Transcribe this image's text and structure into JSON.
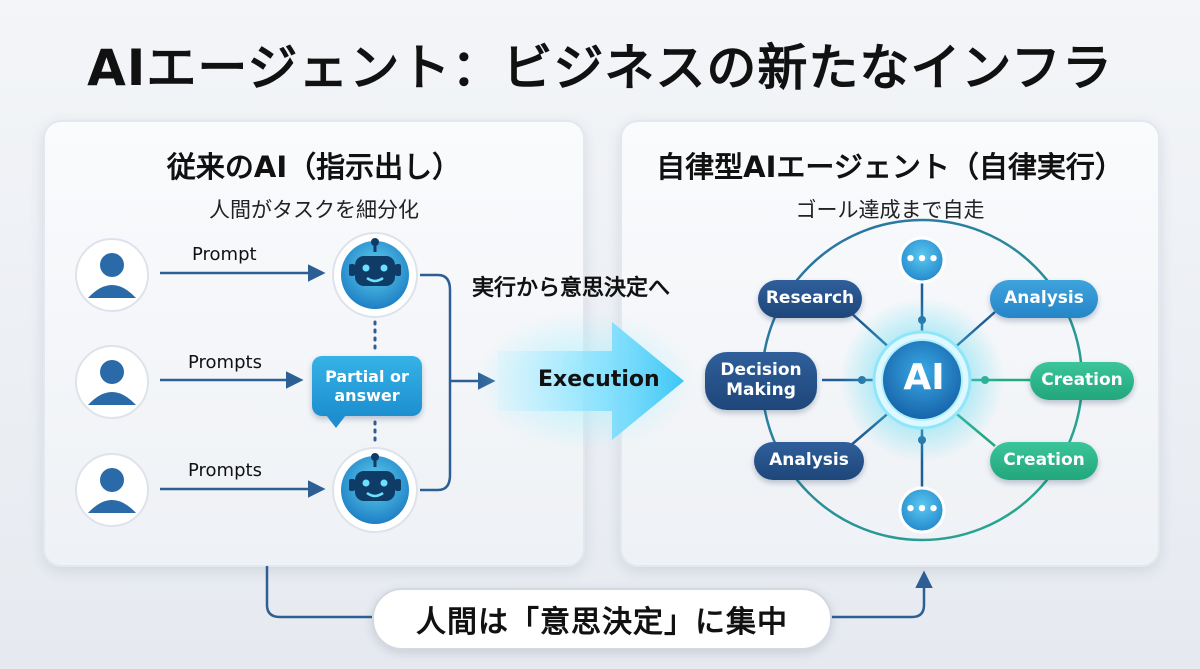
{
  "title": "AIエージェント：ビジネスの新たなインフラ",
  "left_panel": {
    "title": "従来のAI（指示出し）",
    "subtitle": "人間がタスクを細分化",
    "labels": [
      "Prompt",
      "Prompts",
      "Prompts"
    ],
    "bubble": "Partial or answer"
  },
  "middle": {
    "caption": "実行から意思決定へ",
    "arrow_label": "Execution"
  },
  "right_panel": {
    "title": "自律型AIエージェント（自律実行）",
    "subtitle": "ゴール達成まで自走",
    "center": "AI",
    "nodes": {
      "research": "Research",
      "analysis_top": "Analysis",
      "decision": "Decision Making",
      "creation_mid": "Creation",
      "analysis_bottom": "Analysis",
      "creation_bottom": "Creation",
      "dots": "•••"
    }
  },
  "bottom": {
    "label": "人間は「意思決定」に集中"
  },
  "colors": {
    "dark_blue": "#1e4679",
    "blue": "#2585c8",
    "green": "#22a67c",
    "cyan": "#35b3e6",
    "connector": "#2d5f95"
  }
}
